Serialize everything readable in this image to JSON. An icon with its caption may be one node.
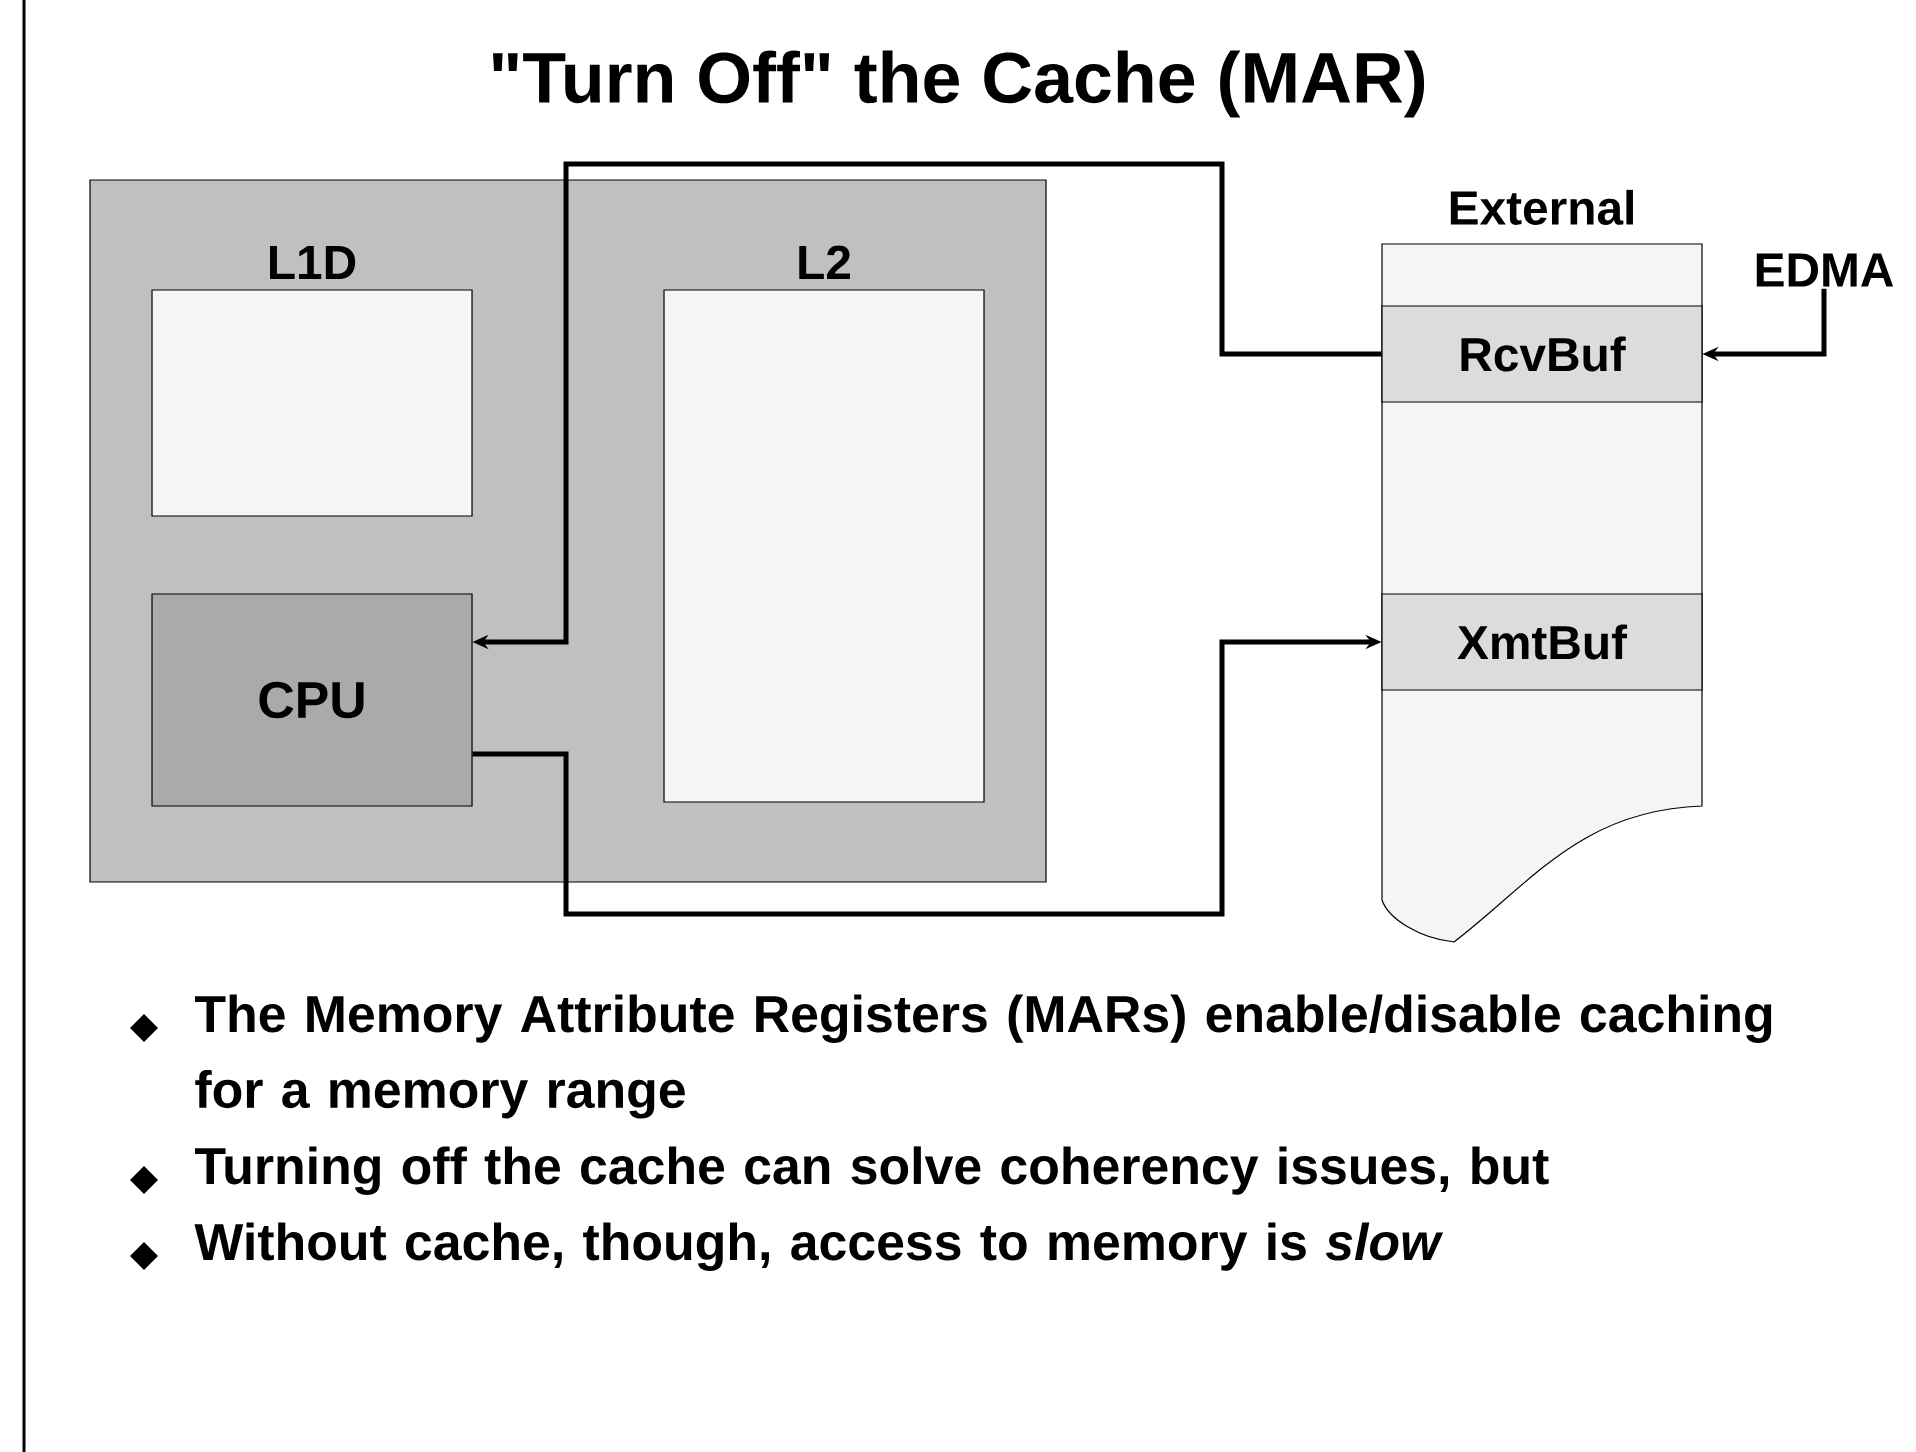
{
  "diagram": {
    "title": "\"Turn Off\" the Cache (MAR)",
    "nodes": [
      {
        "text": [],
        "shape": "box"
      },
      {
        "text": [
          "L1D"
        ],
        "in": 0
      },
      {
        "text": [
          "L2"
        ],
        "in": 0
      },
      {
        "text": [
          "CPU"
        ],
        "in": 0
      },
      {
        "text": [
          "External"
        ]
      },
      {
        "text": [
          "RcvBuf"
        ],
        "in": 4
      },
      {
        "text": [
          "XmtBuf"
        ],
        "in": 4
      },
      {
        "text": [
          "EDMA"
        ]
      }
    ],
    "edges": [
      {
        "from": 5,
        "to": 3,
        "arrow": "to"
      },
      {
        "from": 3,
        "to": 6,
        "arrow": "to"
      },
      {
        "from": 7,
        "to": 5,
        "arrow": "to"
      }
    ],
    "labels": [
      "The Memory Attribute Registers (MARs) enable/disable caching for a memory range",
      "Turning off the cache can solve coherency issues, but",
      "Without cache, though, access to memory is *slow*"
    ]
  }
}
